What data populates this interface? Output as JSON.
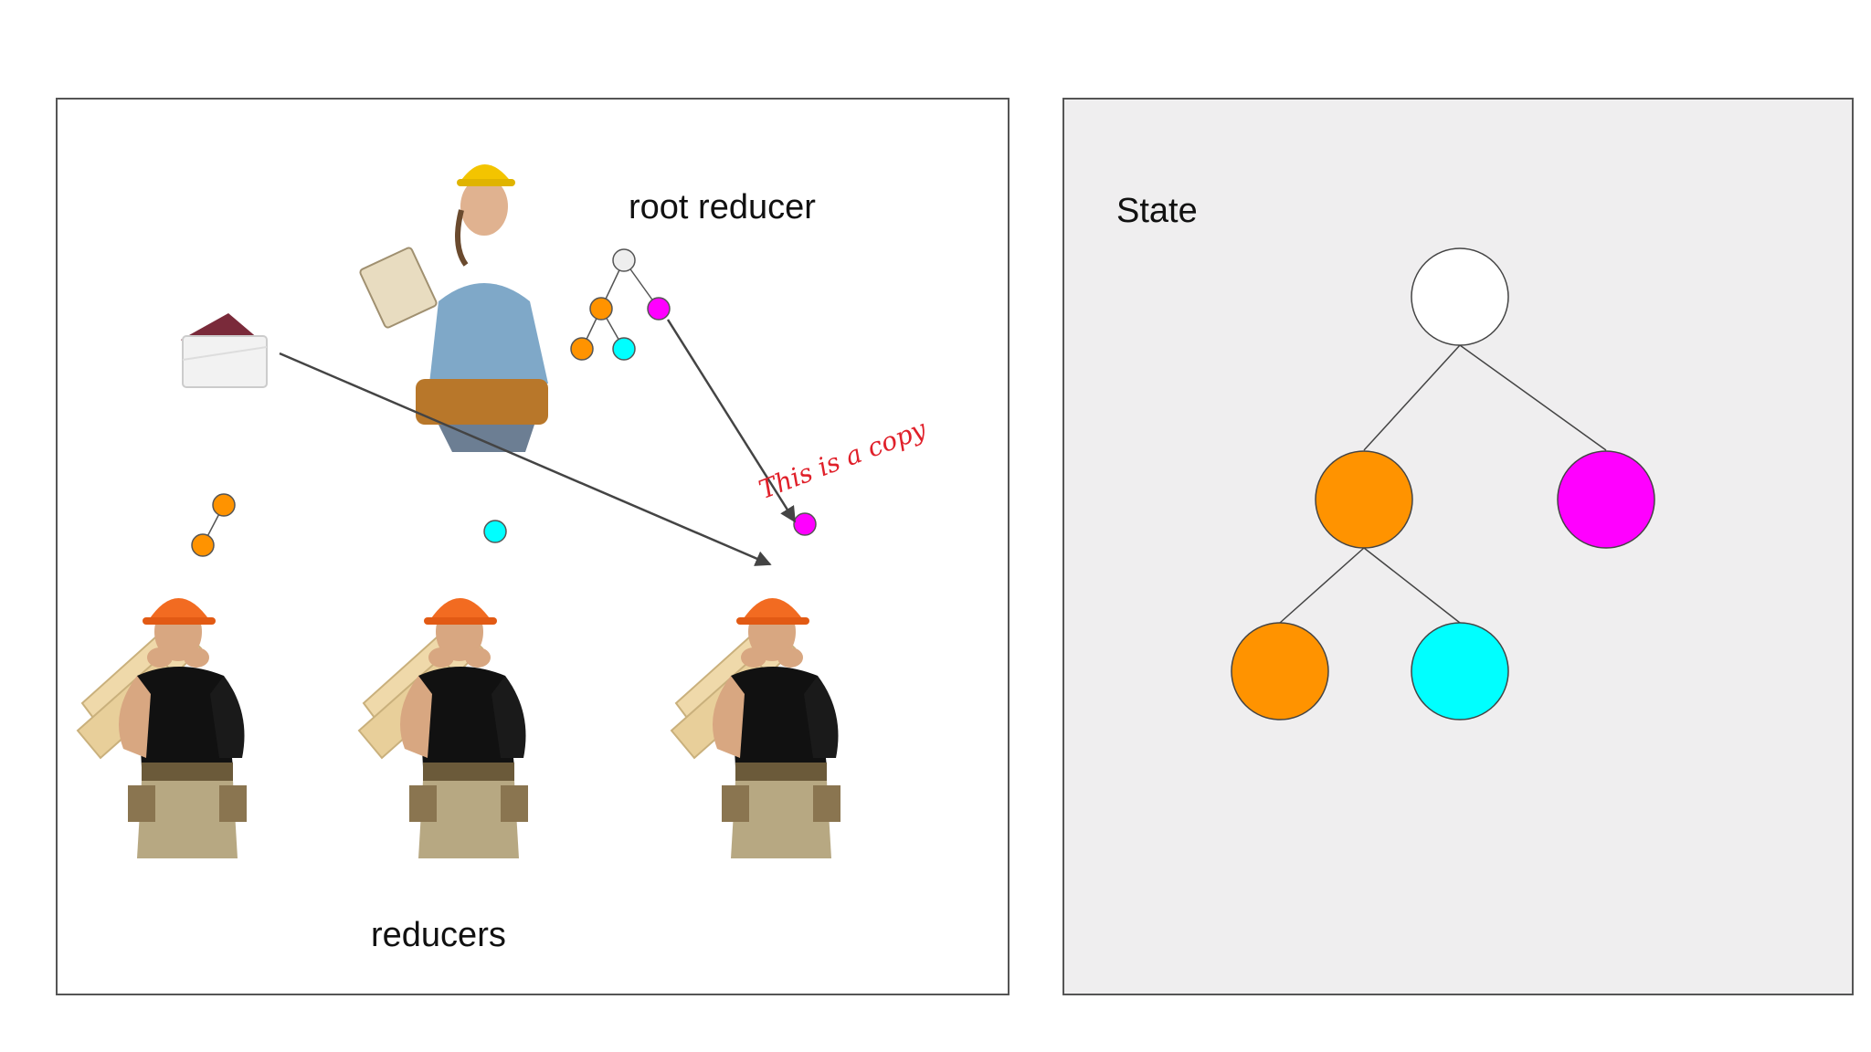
{
  "labels": {
    "root_reducer": "root reducer",
    "reducers": "reducers",
    "state": "State",
    "copy_note": "This is a copy"
  },
  "colors": {
    "root": "#eeeeee",
    "orange": "#ff9300",
    "magenta": "#ff00ff",
    "cyan": "#00ffff",
    "state_panel_bg": "#efeeef",
    "note": "#e0202a",
    "arrow": "#444444"
  },
  "icons": {
    "supervisor": "construction-worker-with-clipboard-icon",
    "workers": "construction-worker-carrying-lumber-icon",
    "action": "envelope-icon"
  }
}
